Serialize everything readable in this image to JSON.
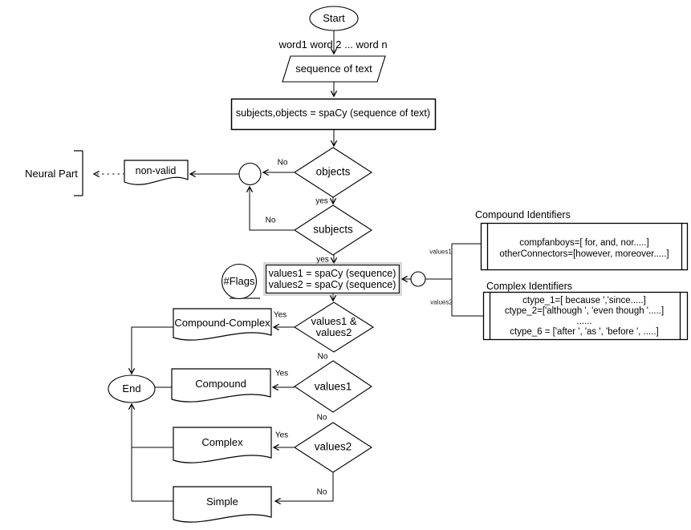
{
  "diagram": {
    "start": "Start",
    "input_words": "word1 word 2 ... word n",
    "sequence_of_text": "sequence of text",
    "spacy_extract": "subjects,objects = spaCy (sequence of text)",
    "objects_decision": "objects",
    "subjects_decision": "subjects",
    "non_valid": "non-valid",
    "neural_part": "Neural Part",
    "flags": "#Flags",
    "values_assign": {
      "line1": "values1 = spaCy (sequence)",
      "line2": "values2 = spaCy (sequence)"
    },
    "decision_both": {
      "line1": "values1 &",
      "line2": "values2"
    },
    "decision_values1": "values1",
    "decision_values2": "values2",
    "compound_complex": "Compound-Complex",
    "compound": "Compound",
    "complex": "Complex",
    "simple": "Simple",
    "end": "End",
    "edge_labels": {
      "objects_no": "No",
      "objects_yes": "yes",
      "subjects_no": "No",
      "subjects_yes": "yes",
      "both_yes": "Yes",
      "both_no": "No",
      "values1_yes": "Yes",
      "values1_no": "No",
      "values2_yes": "Yes",
      "values2_no": "No",
      "values1_ref": "values1",
      "values2_ref": "values2"
    },
    "compound_identifiers": {
      "title": "Compound Identifiers",
      "lines": [
        "compfanboys=[ for, and, nor.....]",
        "otherConnectors=[however, moreover.....]"
      ]
    },
    "complex_identifiers": {
      "title": "Complex Identifiers",
      "lines": [
        "ctype_1=[ because ','since.....]",
        "ctype_2=['although ', 'even though '.....]",
        "......",
        "ctype_6 = ['after ', 'as ', 'before ', .....]"
      ]
    },
    "colors": {
      "stroke": "#000000",
      "background": "#ffffff"
    }
  }
}
